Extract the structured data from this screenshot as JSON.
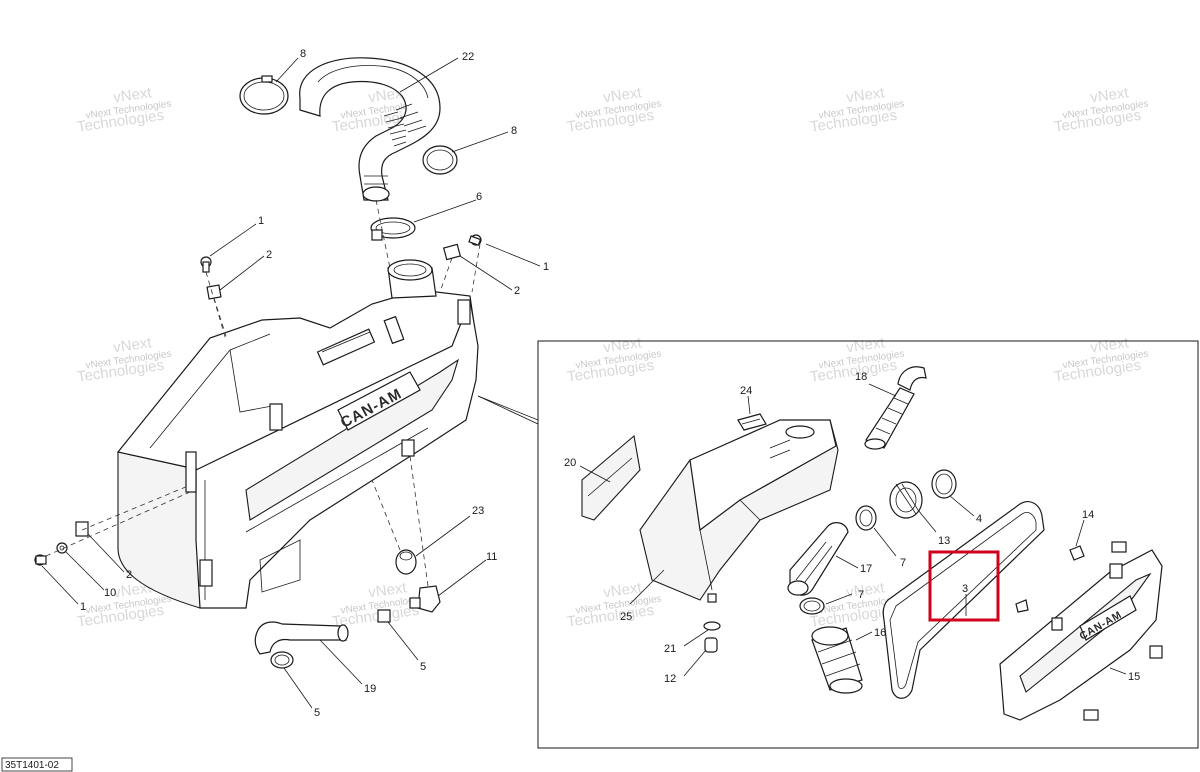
{
  "drawing_ref": "35T1401-02",
  "logo_text": "CAN-AM",
  "watermark": {
    "line1": "vNext Technologies",
    "line2": "vNext",
    "line3": "Technologies"
  },
  "callouts_main": [
    "8",
    "22",
    "8",
    "6",
    "1",
    "2",
    "1",
    "2",
    "23",
    "11",
    "2",
    "10",
    "1",
    "5",
    "19",
    "5"
  ],
  "callouts_inset": [
    "18",
    "24",
    "20",
    "4",
    "13",
    "14",
    "7",
    "17",
    "3",
    "7",
    "25",
    "21",
    "16",
    "12",
    "15"
  ],
  "highlight": {
    "label": "3",
    "color": "#d0021b"
  }
}
